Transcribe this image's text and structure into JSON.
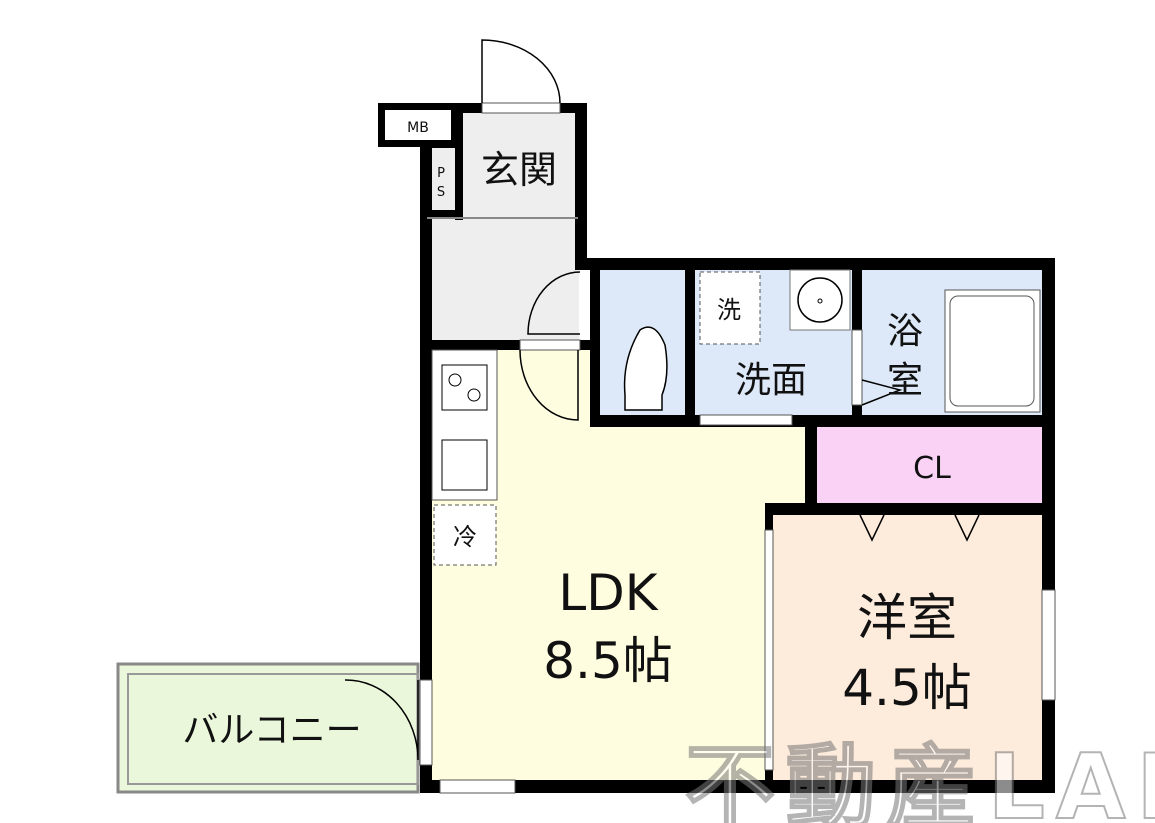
{
  "rooms": {
    "genkan": "玄関",
    "mb": "MB",
    "ps_p": "P",
    "ps_s": "S",
    "washer": "洗",
    "washroom": "洗面",
    "bath_1": "浴",
    "bath_2": "室",
    "closet": "CL",
    "fridge": "冷",
    "ldk_name": "LDK",
    "ldk_size": "8.5帖",
    "western_name": "洋室",
    "western_size": "4.5帖",
    "balcony": "バルコニー"
  },
  "watermark": "不動産LAB",
  "colors": {
    "wall": "#000000",
    "entrance": "#eeeeee",
    "wet_area": "#dde9f8",
    "closet": "#f9d2f5",
    "ldk": "#fffde0",
    "western": "#fdebdb",
    "balcony": "#eaf7da"
  }
}
